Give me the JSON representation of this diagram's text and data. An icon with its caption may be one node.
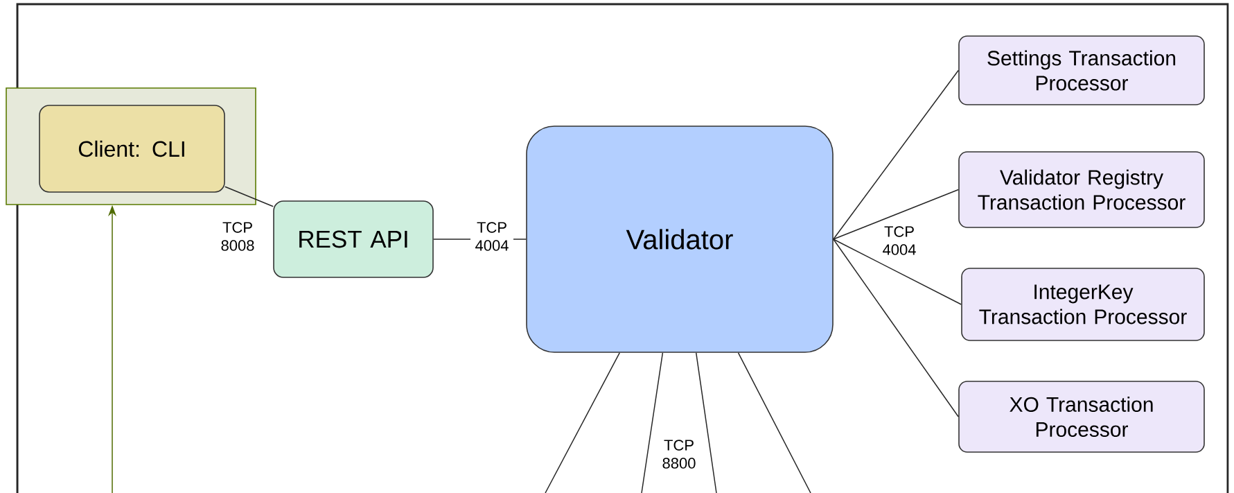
{
  "diagram": {
    "nodes": [
      {
        "text": [],
        "shape": "box"
      },
      {
        "text": [
          "Client: CLI"
        ],
        "in": 0
      },
      {
        "text": [
          "REST API"
        ]
      },
      {
        "text": [
          "Validator"
        ]
      },
      {
        "text": [
          "Settings Transaction Processor"
        ]
      },
      {
        "text": [
          "Validator Registry Transaction Processor"
        ]
      },
      {
        "text": [
          "IntegerKey Transaction Processor"
        ]
      },
      {
        "text": [
          "XO Transaction Processor"
        ]
      }
    ],
    "edges": [
      {
        "from": 1,
        "to": 2,
        "arrow": "none",
        "label": "TCP 8008"
      },
      {
        "from": 2,
        "to": 3,
        "arrow": "none",
        "label": "TCP 4004"
      },
      {
        "from": 3,
        "to": 4,
        "arrow": "none"
      },
      {
        "from": 3,
        "to": 5,
        "arrow": "none"
      },
      {
        "from": 3,
        "to": 6,
        "arrow": "none"
      },
      {
        "from": 3,
        "to": 7,
        "arrow": "none"
      },
      {
        "from": 3,
        "to": null,
        "arrow": "none"
      },
      {
        "from": 3,
        "to": null,
        "arrow": "none"
      },
      {
        "from": 3,
        "to": null,
        "arrow": "none"
      },
      {
        "from": 3,
        "to": null,
        "arrow": "none"
      },
      {
        "from": null,
        "to": 0,
        "arrow": "to",
        "color": "#4f6b00"
      }
    ],
    "labels": [
      "TCP 4004",
      "TCP 8800"
    ]
  }
}
